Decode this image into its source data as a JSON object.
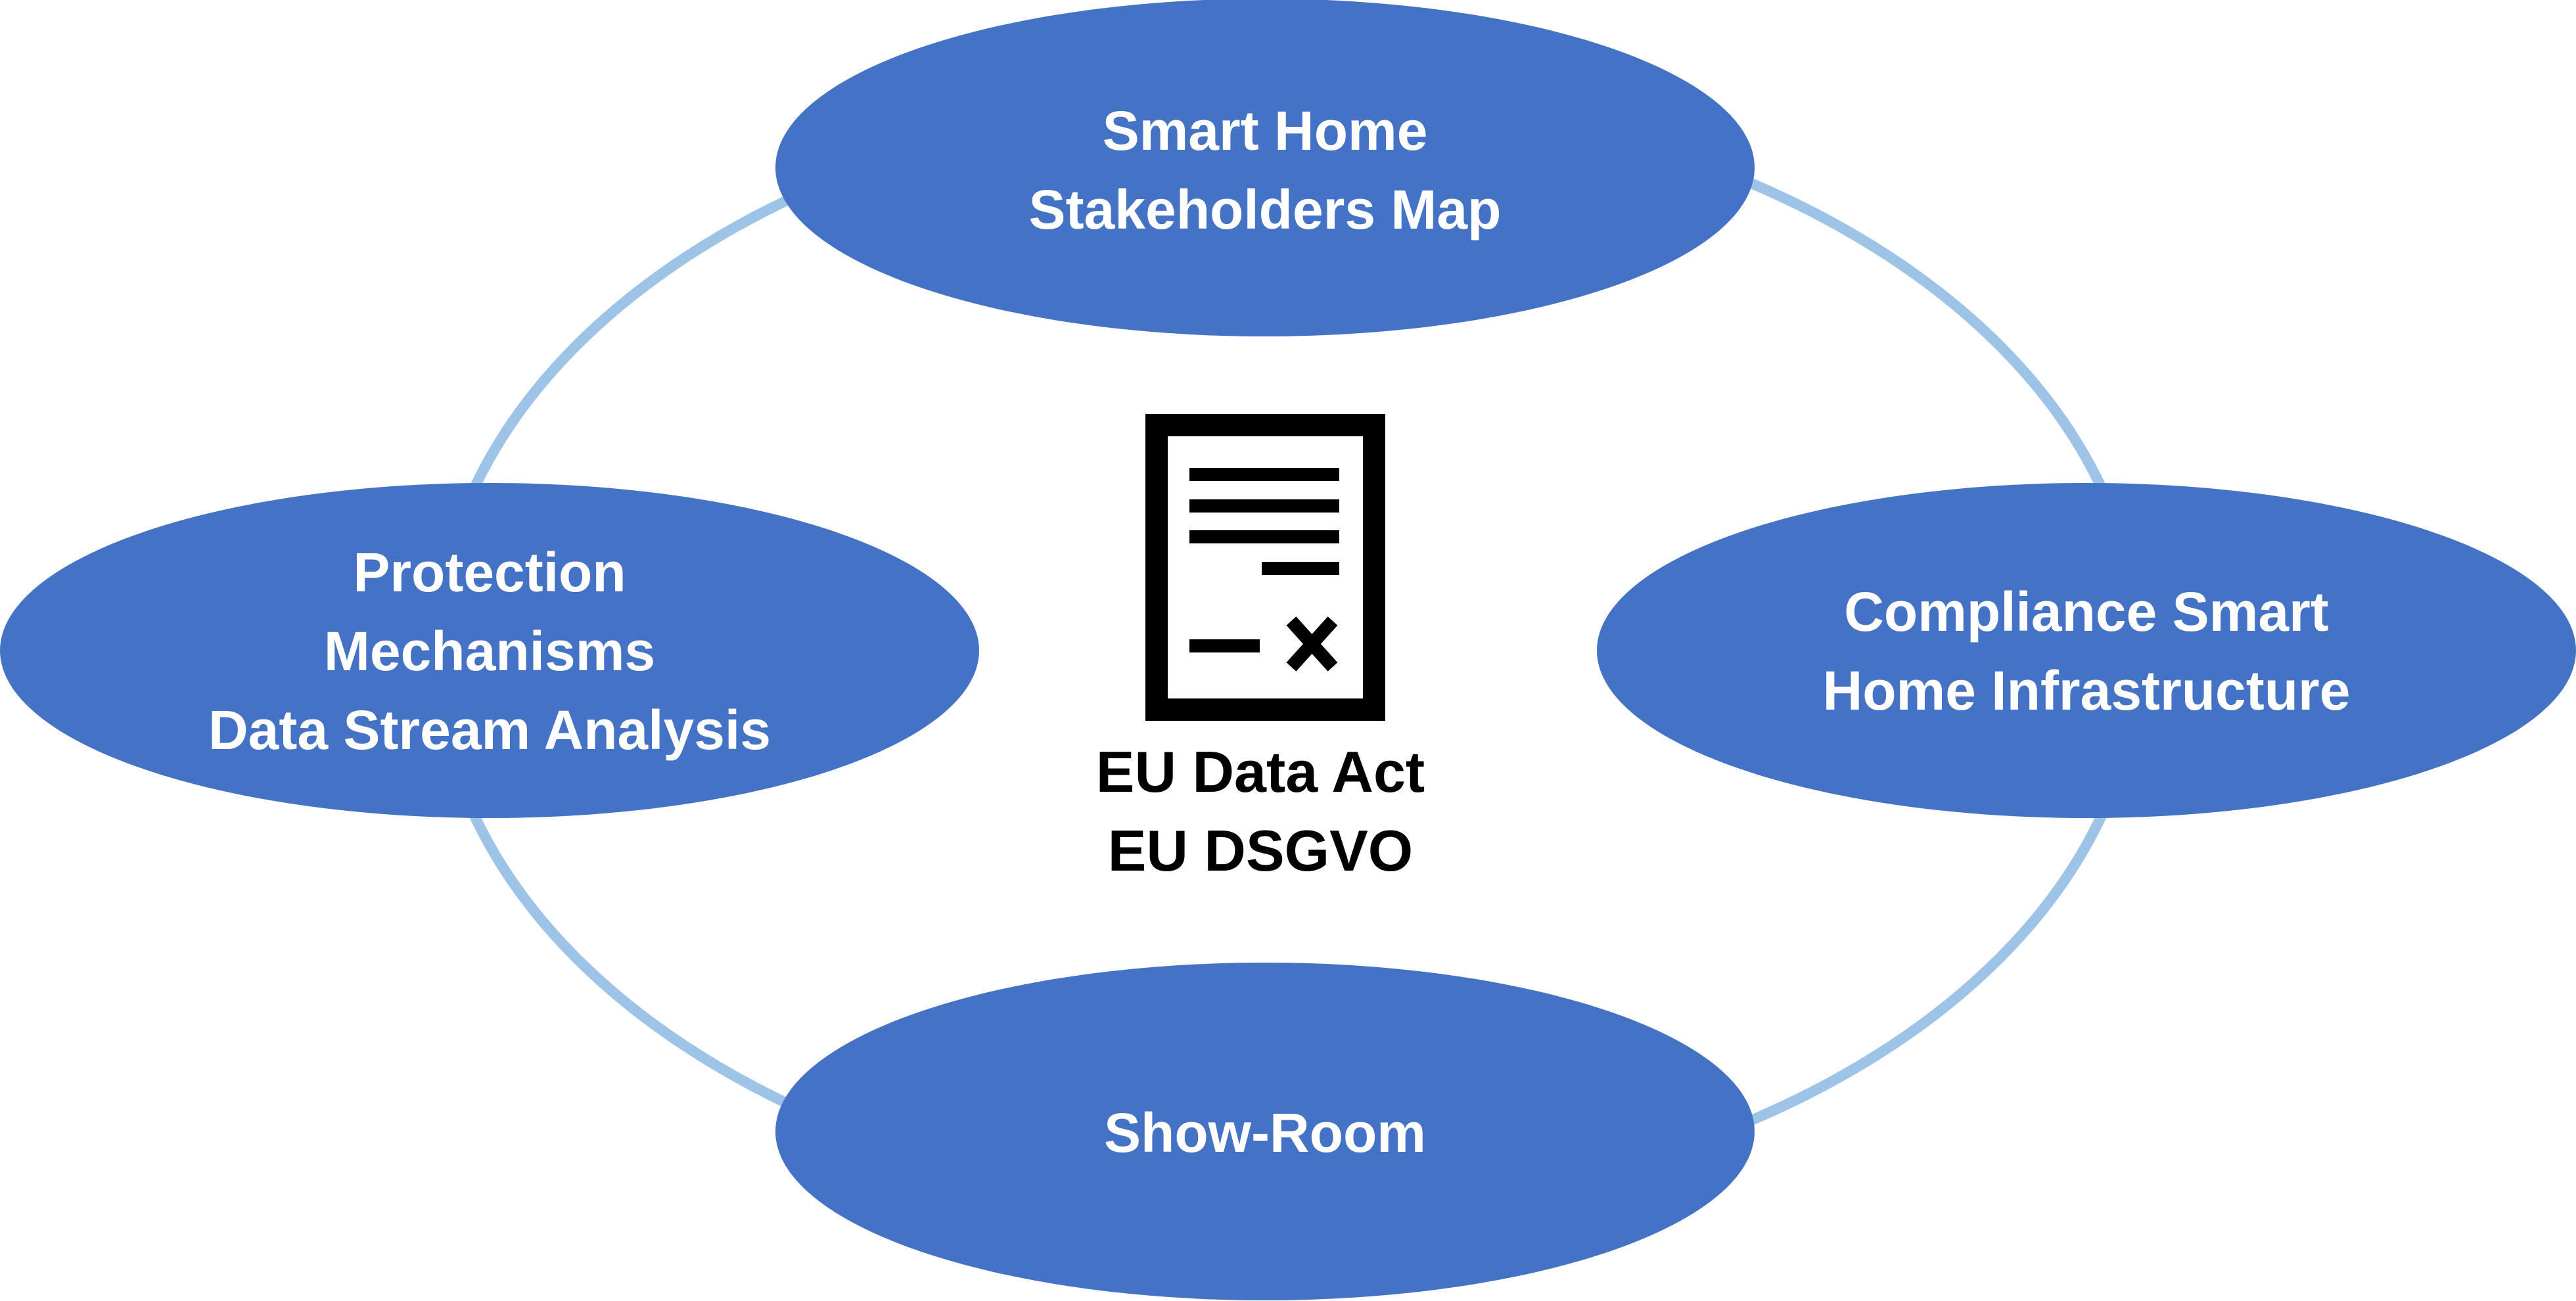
{
  "colors": {
    "node_fill": "#4472C4",
    "ring_stroke": "#9DC3E6",
    "node_text": "#FFFFFF",
    "center_text": "#000000",
    "background": "#FFFFFF"
  },
  "nodes": [
    {
      "id": "stakeholders",
      "lines": [
        "Smart Home",
        "Stakeholders Map"
      ]
    },
    {
      "id": "protection",
      "lines": [
        "Protection",
        "Mechanisms",
        "Data Stream Analysis"
      ]
    },
    {
      "id": "compliance",
      "lines": [
        "Compliance Smart",
        "Home Infrastructure"
      ]
    },
    {
      "id": "showroom",
      "lines": [
        "Show-Room"
      ]
    }
  ],
  "center": {
    "icon": "document-with-x-icon",
    "lines": [
      "EU Data Act",
      "EU DSGVO"
    ]
  }
}
